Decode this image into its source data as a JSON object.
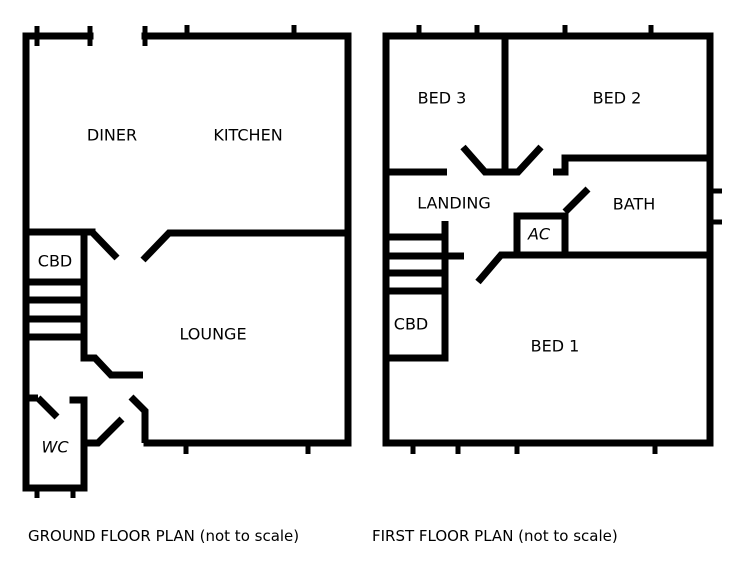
{
  "ground_floor": {
    "caption": "GROUND FLOOR PLAN (not to scale)",
    "rooms": {
      "diner": "DINER",
      "kitchen": "KITCHEN",
      "cupboard": "CBD",
      "lounge": "LOUNGE",
      "wc": "WC"
    }
  },
  "first_floor": {
    "caption": "FIRST FLOOR PLAN (not to scale)",
    "rooms": {
      "bed3": "BED 3",
      "bed2": "BED 2",
      "landing": "LANDING",
      "bath": "BATH",
      "airing_cupboard": "AC",
      "cupboard": "CBD",
      "bed1": "BED 1"
    }
  },
  "colors": {
    "line": "#000000",
    "background": "#ffffff"
  }
}
